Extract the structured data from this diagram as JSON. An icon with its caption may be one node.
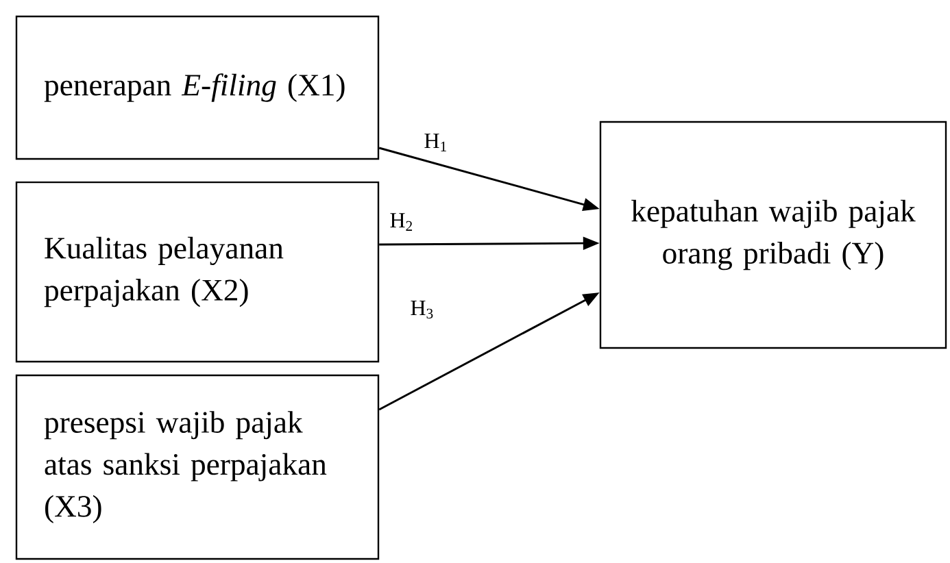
{
  "diagram": {
    "nodes": [
      {
        "text": [
          "penerapan *E-filing* (X1)"
        ]
      },
      {
        "text": [
          "Kualitas pelayanan perpajakan (X2)"
        ]
      },
      {
        "text": [
          "presepsi wajib pajak atas sanksi perpajakan (X3)"
        ]
      },
      {
        "text": [
          "kepatuhan wajib pajak orang pribadi (Y)"
        ]
      }
    ],
    "edges": [
      {
        "from": 0,
        "to": 3,
        "arrow": "to",
        "label": "H$_{1}$"
      },
      {
        "from": 1,
        "to": 3,
        "arrow": "to",
        "label": "H$_{2}$"
      },
      {
        "from": 2,
        "to": 3,
        "arrow": "to",
        "label": "H$_{3}$"
      }
    ]
  }
}
